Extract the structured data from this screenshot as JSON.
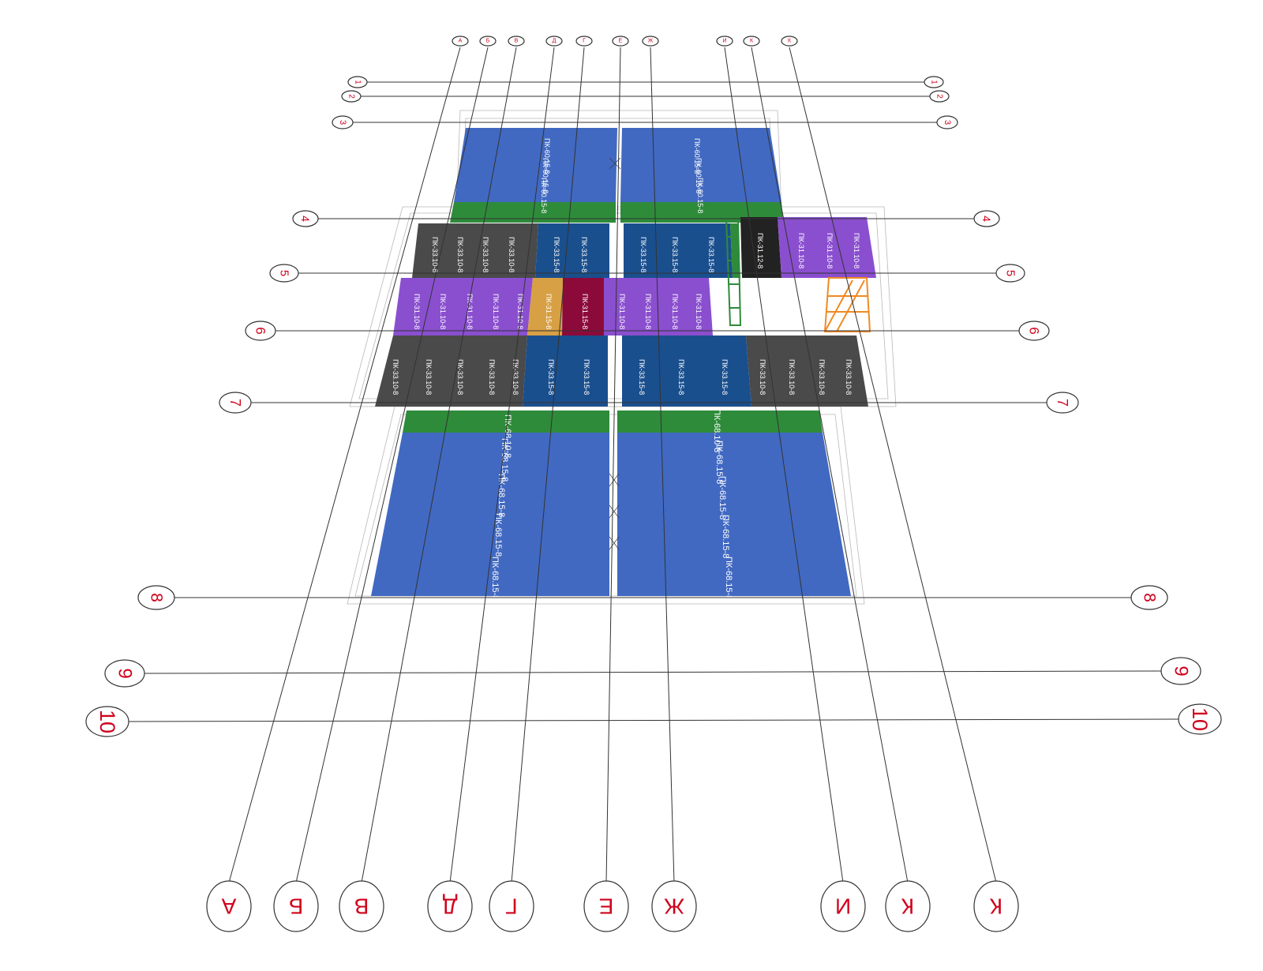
{
  "grid_axes": {
    "letters": [
      "А",
      "Б",
      "В",
      "Д",
      "Г",
      "Е",
      "Ж",
      "И",
      "К",
      "К"
    ],
    "numbers": [
      "1",
      "2",
      "3",
      "4",
      "5",
      "6",
      "7",
      "8",
      "9",
      "10"
    ]
  },
  "slab_labels": {
    "top_blue": "ПК-60.15-8",
    "row5_gray": "ПК-33.10-8",
    "row5_blue": "ПК-33.15-8",
    "row5_black": "ПК-31.12-8",
    "row5_purple": "ПК-31.10-8",
    "row6_purple": "ПК-31.10-8",
    "row6_orange": "ПК-31.15-8",
    "row6_maroon": "ПК-31.15-8",
    "row7_gray": "ПК-33.10-8",
    "row7_blue": "ПК-33.15-8",
    "bottom_blue": "ПК-68.15-8",
    "bottom_top": "ПК-68.10-8"
  },
  "colors": {
    "blue": "#4169c2",
    "dark_blue": "#1a4f8e",
    "green": "#2e8b3a",
    "gray": "#4a4a4a",
    "black": "#222222",
    "purple": "#8a4fcf",
    "orange": "#d8a044",
    "maroon": "#8c0a3a",
    "bright_orange": "#f08a24",
    "bubble_text": "#d0021b"
  }
}
